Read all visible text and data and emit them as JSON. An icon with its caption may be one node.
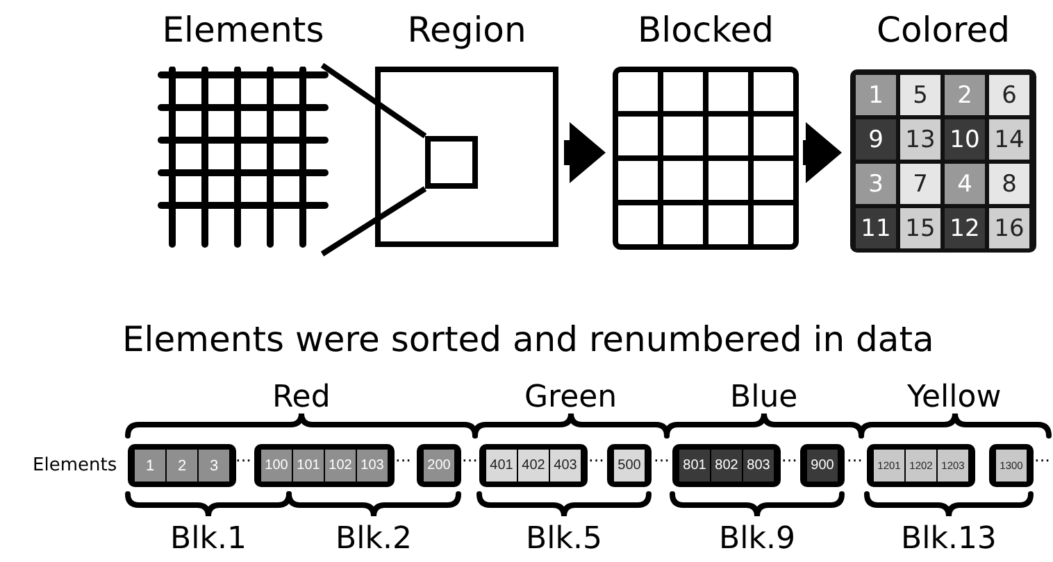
{
  "diagram": {
    "nodes": [
      {
        "text": [
          "Elements"
        ]
      },
      {
        "text": [
          "Region"
        ]
      },
      {
        "text": [],
        "shape": "box",
        "in": 1
      },
      {
        "text": [
          "Blocked"
        ]
      },
      {
        "text": [
          "Colored"
        ]
      },
      {
        "text": [
          "1"
        ],
        "in": 4
      },
      {
        "text": [
          "5"
        ],
        "in": 4
      },
      {
        "text": [
          "2"
        ],
        "in": 4
      },
      {
        "text": [
          "6"
        ],
        "in": 4
      },
      {
        "text": [
          "9"
        ],
        "in": 4
      },
      {
        "text": [
          "13"
        ],
        "in": 4
      },
      {
        "text": [
          "10"
        ],
        "in": 4
      },
      {
        "text": [
          "14"
        ],
        "in": 4
      },
      {
        "text": [
          "3"
        ],
        "in": 4
      },
      {
        "text": [
          "7"
        ],
        "in": 4
      },
      {
        "text": [
          "4"
        ],
        "in": 4
      },
      {
        "text": [
          "8"
        ],
        "in": 4
      },
      {
        "text": [
          "11"
        ],
        "in": 4
      },
      {
        "text": [
          "15"
        ],
        "in": 4
      },
      {
        "text": [
          "12"
        ],
        "in": 4
      },
      {
        "text": [
          "16"
        ],
        "in": 4
      },
      {
        "text": [],
        "shape": "box"
      },
      {
        "text": [
          "1"
        ],
        "in": 21
      },
      {
        "text": [
          "2"
        ],
        "in": 21
      },
      {
        "text": [
          "3"
        ],
        "in": 21
      },
      {
        "text": [],
        "shape": "box"
      },
      {
        "text": [
          "100"
        ],
        "in": 25
      },
      {
        "text": [
          "101"
        ],
        "in": 25
      },
      {
        "text": [
          "102"
        ],
        "in": 25
      },
      {
        "text": [
          "103"
        ],
        "in": 25
      },
      {
        "text": [],
        "shape": "box"
      },
      {
        "text": [
          "200"
        ],
        "in": 30
      },
      {
        "text": [],
        "shape": "box"
      },
      {
        "text": [
          "401"
        ],
        "in": 32
      },
      {
        "text": [
          "402"
        ],
        "in": 32
      },
      {
        "text": [
          "403"
        ],
        "in": 32
      },
      {
        "text": [],
        "shape": "box"
      },
      {
        "text": [
          "500"
        ],
        "in": 36
      },
      {
        "text": [],
        "shape": "box"
      },
      {
        "text": [
          "801"
        ],
        "in": 38
      },
      {
        "text": [
          "802"
        ],
        "in": 38
      },
      {
        "text": [
          "803"
        ],
        "in": 38
      },
      {
        "text": [],
        "shape": "box"
      },
      {
        "text": [
          "900"
        ],
        "in": 42
      },
      {
        "text": [],
        "shape": "box"
      },
      {
        "text": [
          "1201"
        ],
        "in": 44
      },
      {
        "text": [
          "1202"
        ],
        "in": 44
      },
      {
        "text": [
          "1203"
        ],
        "in": 44
      },
      {
        "text": [],
        "shape": "box"
      },
      {
        "text": [
          "1300"
        ],
        "in": 48
      }
    ],
    "edges": [
      {
        "from": 0,
        "to": 2,
        "arrow": "none"
      },
      {
        "from": 0,
        "to": 2,
        "arrow": "none"
      },
      {
        "from": 1,
        "to": 3,
        "arrow": "to",
        "style": "thick"
      },
      {
        "from": 3,
        "to": 4,
        "arrow": "to",
        "style": "thick"
      }
    ],
    "labels": [
      "Elements were sorted and renumbered in data",
      "Red",
      "Green",
      "Blue",
      "Yellow",
      "Elements",
      "···",
      "···",
      "···",
      "···",
      "···",
      "···",
      "···",
      "···",
      "Blk.1",
      "Blk.2",
      "Blk.5",
      "Blk.9",
      "Blk.13"
    ]
  }
}
